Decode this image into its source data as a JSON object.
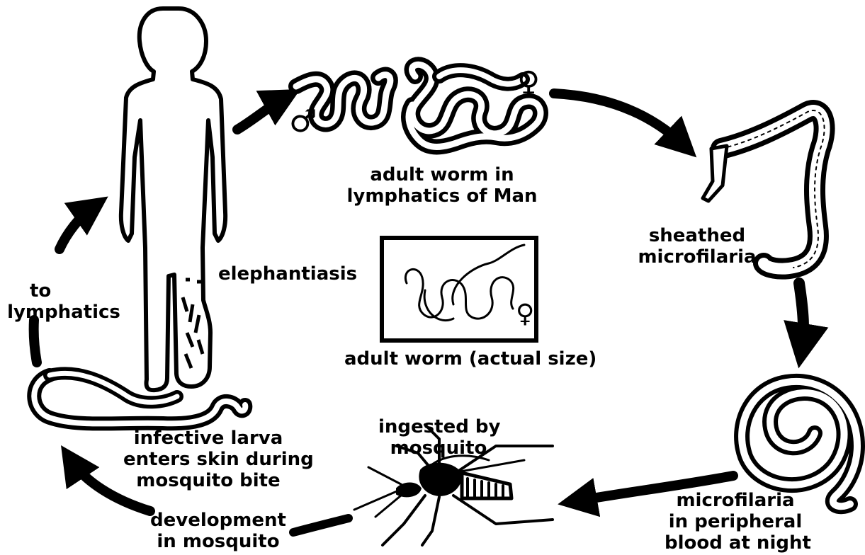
{
  "labels": {
    "adult_worm": [
      "adult worm in",
      "lymphatics of Man"
    ],
    "sheathed": [
      "sheathed",
      "microfilaria"
    ],
    "elephantiasis": "elephantiasis",
    "to_lymphatics": [
      "to",
      "lymphatics"
    ],
    "actual_size": "adult worm (actual size)",
    "microfilaria_blood": [
      "microfilaria",
      "in peripheral",
      "blood at night"
    ],
    "ingested": [
      "ingested by",
      "mosquito"
    ],
    "infective": [
      "infective larva",
      "enters skin during",
      "mosquito bite"
    ],
    "development": [
      "development",
      "in mosquito"
    ]
  },
  "symbols": {
    "male": "♂",
    "female": "♀",
    "female_small": "♀"
  },
  "colors": {
    "ink": "#000000",
    "paper": "#ffffff"
  }
}
